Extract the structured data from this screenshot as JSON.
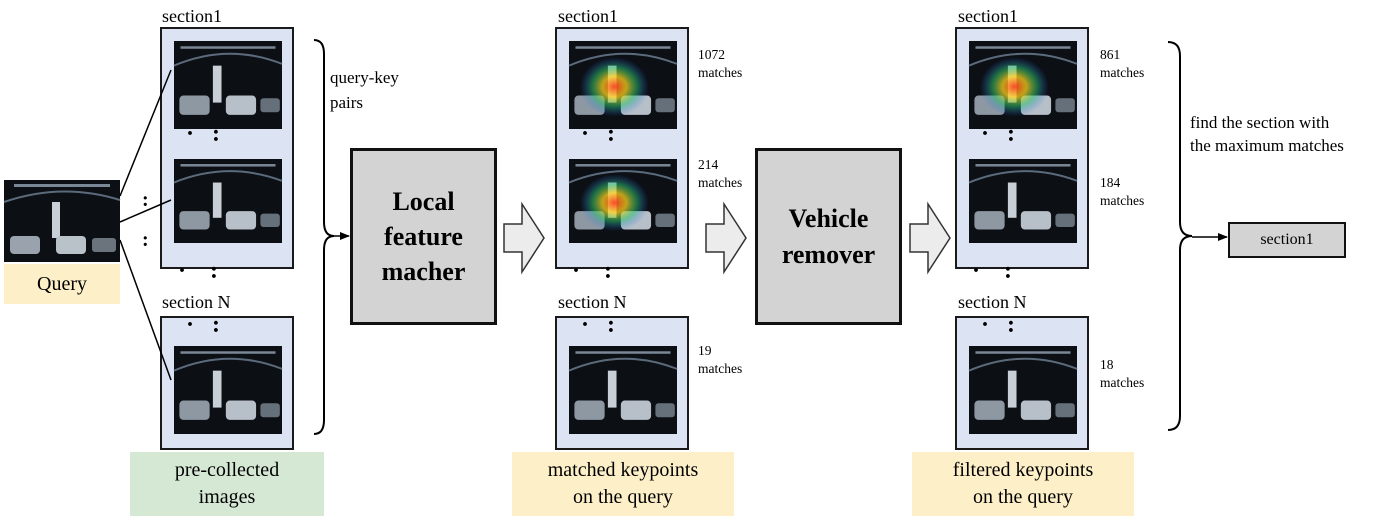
{
  "query": {
    "label": "Query"
  },
  "stages": [
    {
      "id": "collected",
      "top_label": "section1",
      "bottom_label": "section N",
      "caption": [
        "pre-collected",
        "images"
      ],
      "matches": []
    },
    {
      "id": "matched",
      "top_label": "section1",
      "bottom_label": "section N",
      "caption": [
        "matched keypoints",
        "on the query"
      ],
      "matches": [
        {
          "count": "1072",
          "unit": "matches"
        },
        {
          "count": "214",
          "unit": "matches"
        },
        {
          "count": "19",
          "unit": "matches"
        }
      ]
    },
    {
      "id": "filtered",
      "top_label": "section1",
      "bottom_label": "section N",
      "caption": [
        "filtered keypoints",
        "on the query"
      ],
      "matches": [
        {
          "count": "861",
          "unit": "matches"
        },
        {
          "count": "184",
          "unit": "matches"
        },
        {
          "count": "18",
          "unit": "matches"
        }
      ]
    }
  ],
  "pairs_label": [
    "query-key",
    "pairs"
  ],
  "matcher": {
    "label": [
      "Local",
      "feature",
      "macher"
    ]
  },
  "remover": {
    "label": [
      "Vehicle",
      "remover"
    ]
  },
  "result": {
    "note": [
      "find the section with",
      "the maximum matches"
    ],
    "output": "section1"
  },
  "colors": {
    "panel": "#dce3f2",
    "process_box": "#d3d3d3",
    "caption_green": "#d5e8d4",
    "caption_yellow": "#fdf0c8",
    "photo_bg": "#0c0f14"
  },
  "icons": [
    "right-hollow-arrow-icon",
    "right-brace-icon",
    "ellipsis-dots-icon"
  ]
}
